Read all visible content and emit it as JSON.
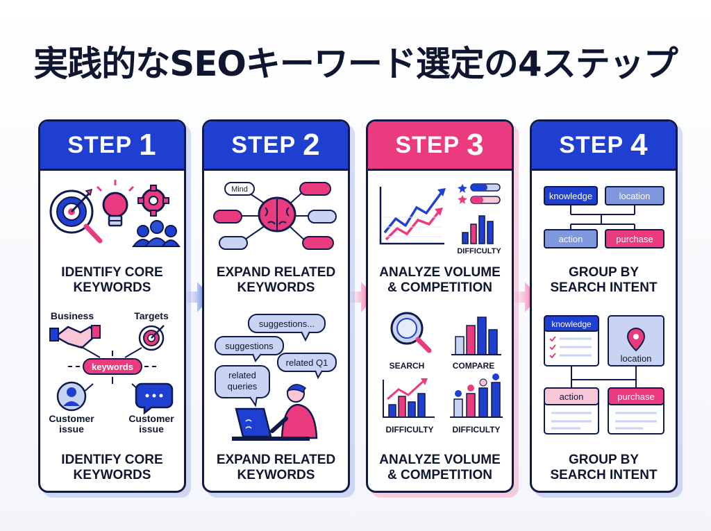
{
  "title": "実践的なSEOキーワード選定の4ステップ",
  "steps": [
    {
      "step_word": "STEP",
      "step_num": "1",
      "label_top_1": "IDENTIFY CORE",
      "label_top_2": "KEYWORDS",
      "label_bottom_1": "IDENTIFY CORE",
      "label_bottom_2": "KEYWORDS",
      "diagram": {
        "business": "Business",
        "targets": "Targets",
        "keywords": "keywords",
        "customer_left_1": "Customer",
        "customer_left_2": "issue",
        "customer_right_1": "Customer",
        "customer_right_2": "issue"
      }
    },
    {
      "step_word": "STEP",
      "step_num": "2",
      "label_top_1": "EXPAND RELATED",
      "label_top_2": "KEYWORDS",
      "label_bottom_1": "EXPAND RELATED",
      "label_bottom_2": "KEYWORDS",
      "diagram": {
        "mind": "Mind",
        "suggestions_a": "suggestions...",
        "suggestions_b": "suggestions",
        "related_q1": "related Q1",
        "related_queries_1": "related",
        "related_queries_2": "queries"
      }
    },
    {
      "step_word": "STEP",
      "step_num": "3",
      "label_top_1": "ANALYZE VOLUME",
      "label_top_2": "& COMPETITION",
      "label_bottom_1": "ANALYZE VOLUME",
      "label_bottom_2": "& COMPETITION",
      "diagram": {
        "difficulty_top": "DIFFICULTY",
        "search": "SEARCH",
        "compare": "COMPARE",
        "difficulty_a": "DIFFICULTY",
        "difficulty_b": "DIFFICULTY"
      }
    },
    {
      "step_word": "STEP",
      "step_num": "4",
      "label_top_1": "GROUP BY",
      "label_top_2": "SEARCH INTENT",
      "label_bottom_1": "GROUP BY",
      "label_bottom_2": "SEARCH INTENT",
      "diagram": {
        "knowledge_a": "knowledge",
        "location_a": "location",
        "action_a": "action",
        "purchase_a": "purchase",
        "knowledge_b": "knowledge",
        "location_b": "location",
        "action_b": "action",
        "purchase_b": "purchase"
      }
    }
  ],
  "colors": {
    "blue": "#1f3fd1",
    "pink": "#ea3b7f",
    "navy": "#101a4a",
    "light_blue": "#c8d4f2",
    "light_pink": "#f7c7d8"
  }
}
